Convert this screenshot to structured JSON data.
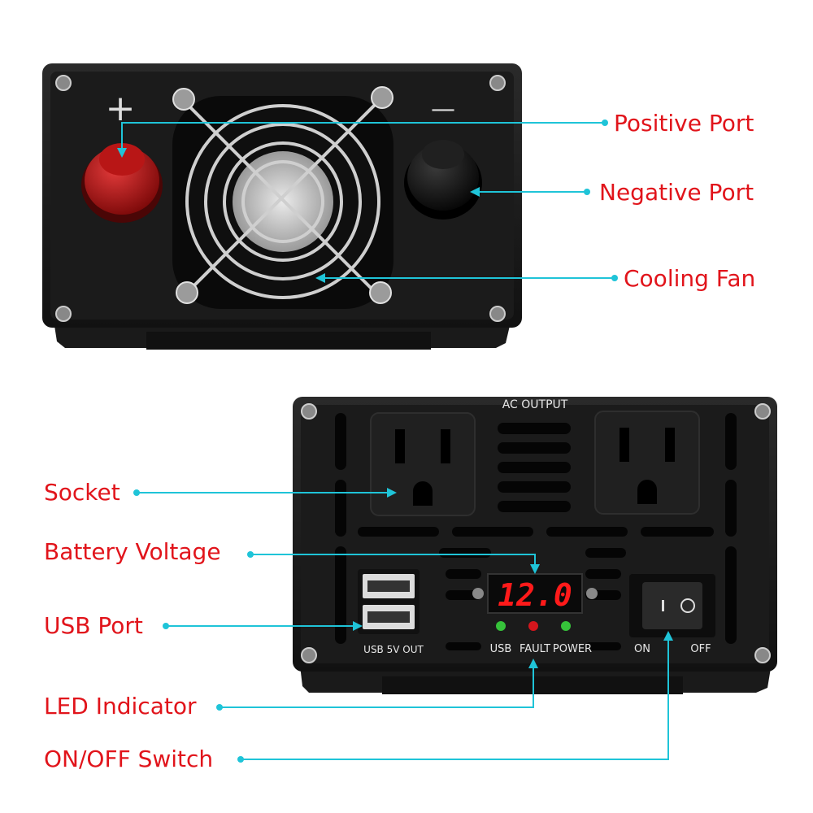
{
  "colors": {
    "label": "#e1141b",
    "leader": "#1fc4d8",
    "device": "#151515"
  },
  "top_view": {
    "positive_symbol": "+",
    "negative_symbol": "—"
  },
  "bottom_view": {
    "ac_output": "AC OUTPUT",
    "usb_label": "USB 5V OUT",
    "display_value": "12.0",
    "led_usb": "USB",
    "led_fault": "FAULT",
    "led_power": "POWER",
    "switch_on": "ON",
    "switch_off": "OFF"
  },
  "callouts": {
    "positive_port": "Positive Port",
    "negative_port": "Negative Port",
    "cooling_fan": "Cooling Fan",
    "socket": "Socket",
    "battery_voltage": "Battery Voltage",
    "usb_port": "USB Port",
    "led_indicator": "LED Indicator",
    "onoff_switch": "ON/OFF Switch"
  }
}
